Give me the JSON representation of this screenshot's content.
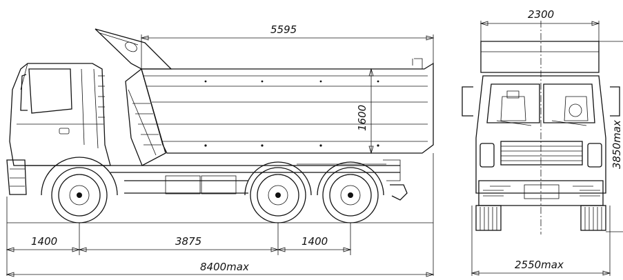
{
  "dimensions": {
    "body_length": "5595",
    "body_height": "1600",
    "front_overhang": "1400",
    "wheelbase_front": "3875",
    "wheelbase_rear": "1400",
    "overall_length": "8400max",
    "track_width": "2300",
    "overall_width": "2550max",
    "overall_height": "3850max"
  }
}
